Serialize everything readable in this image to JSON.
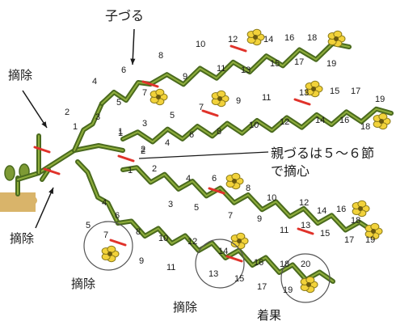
{
  "labels": {
    "kozuru": "子づる",
    "tekijo_top": "摘除",
    "tekijo_left": "摘除",
    "tekijo_bottom1": "摘除",
    "tekijo_bottom2": "摘除",
    "oyazuru_line1": "親づるは５～６節",
    "oyazuru_line2": "で摘心",
    "chakka": "着果"
  },
  "node_numbers": {
    "vine1": [
      "1",
      "2",
      "3",
      "4",
      "5",
      "6",
      "7",
      "8",
      "9",
      "10",
      "11",
      "12",
      "13",
      "14",
      "15",
      "16",
      "17",
      "18",
      "19"
    ],
    "vine2": [
      "1",
      "2",
      "3",
      "4",
      "5",
      "6",
      "7",
      "8",
      "9",
      "10",
      "11",
      "12",
      "13",
      "14",
      "15",
      "16",
      "17",
      "18",
      "19"
    ],
    "vine3": [
      "1",
      "2",
      "3",
      "4",
      "5",
      "6",
      "7",
      "8",
      "9",
      "10",
      "11",
      "12",
      "13",
      "14",
      "15",
      "16",
      "17",
      "18",
      "19"
    ],
    "vine4": [
      "4",
      "5",
      "6",
      "7",
      "8",
      "9",
      "10",
      "11",
      "12",
      "13",
      "14",
      "15",
      "16",
      "17",
      "18",
      "19",
      "20"
    ],
    "main": [
      "1",
      "2"
    ]
  },
  "colors": {
    "stem": "#4a6a1e",
    "stem_light": "#8fae3c",
    "cut_mark": "#e0322a",
    "flower": "#f2d23a",
    "soil": "#d9b46a"
  }
}
